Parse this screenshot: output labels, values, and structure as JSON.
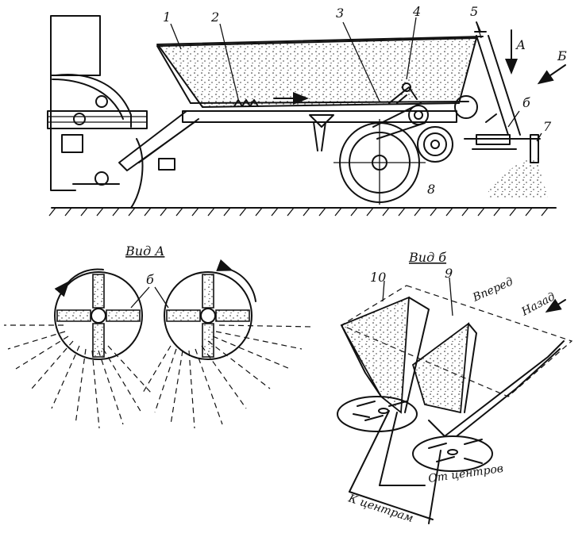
{
  "labels": {
    "n1": "1",
    "n2": "2",
    "n3": "3",
    "n4": "4",
    "n5": "5",
    "n6": "б",
    "n7": "7",
    "n8": "8",
    "arrow_a": "А",
    "arrow_b": "Б",
    "view_a": "Вид А",
    "view_a_disc": "б",
    "view_b": "Вид б",
    "n9": "9",
    "n10": "10",
    "forward": "Вперед",
    "backward": "Назад",
    "to_centers": "К центрам",
    "from_centers": "От центров"
  }
}
